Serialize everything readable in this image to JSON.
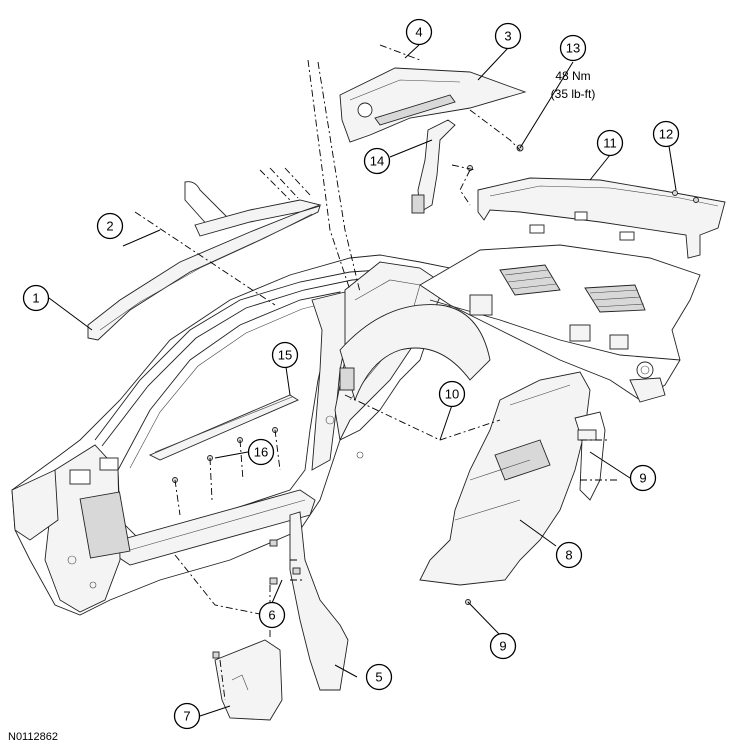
{
  "figure_id": "N0112862",
  "torque": {
    "line1": "48 Nm",
    "line2": "(35 lb-ft)"
  },
  "callouts": [
    {
      "id": "callout-1",
      "label": "1"
    },
    {
      "id": "callout-2",
      "label": "2"
    },
    {
      "id": "callout-3",
      "label": "3"
    },
    {
      "id": "callout-4",
      "label": "4"
    },
    {
      "id": "callout-5",
      "label": "5"
    },
    {
      "id": "callout-6",
      "label": "6"
    },
    {
      "id": "callout-7",
      "label": "7"
    },
    {
      "id": "callout-8",
      "label": "8"
    },
    {
      "id": "callout-9a",
      "label": "9"
    },
    {
      "id": "callout-9b",
      "label": "9"
    },
    {
      "id": "callout-10",
      "label": "10"
    },
    {
      "id": "callout-11",
      "label": "11"
    },
    {
      "id": "callout-12",
      "label": "12"
    },
    {
      "id": "callout-13",
      "label": "13"
    },
    {
      "id": "callout-14",
      "label": "14"
    },
    {
      "id": "callout-15",
      "label": "15"
    },
    {
      "id": "callout-16",
      "label": "16"
    }
  ]
}
